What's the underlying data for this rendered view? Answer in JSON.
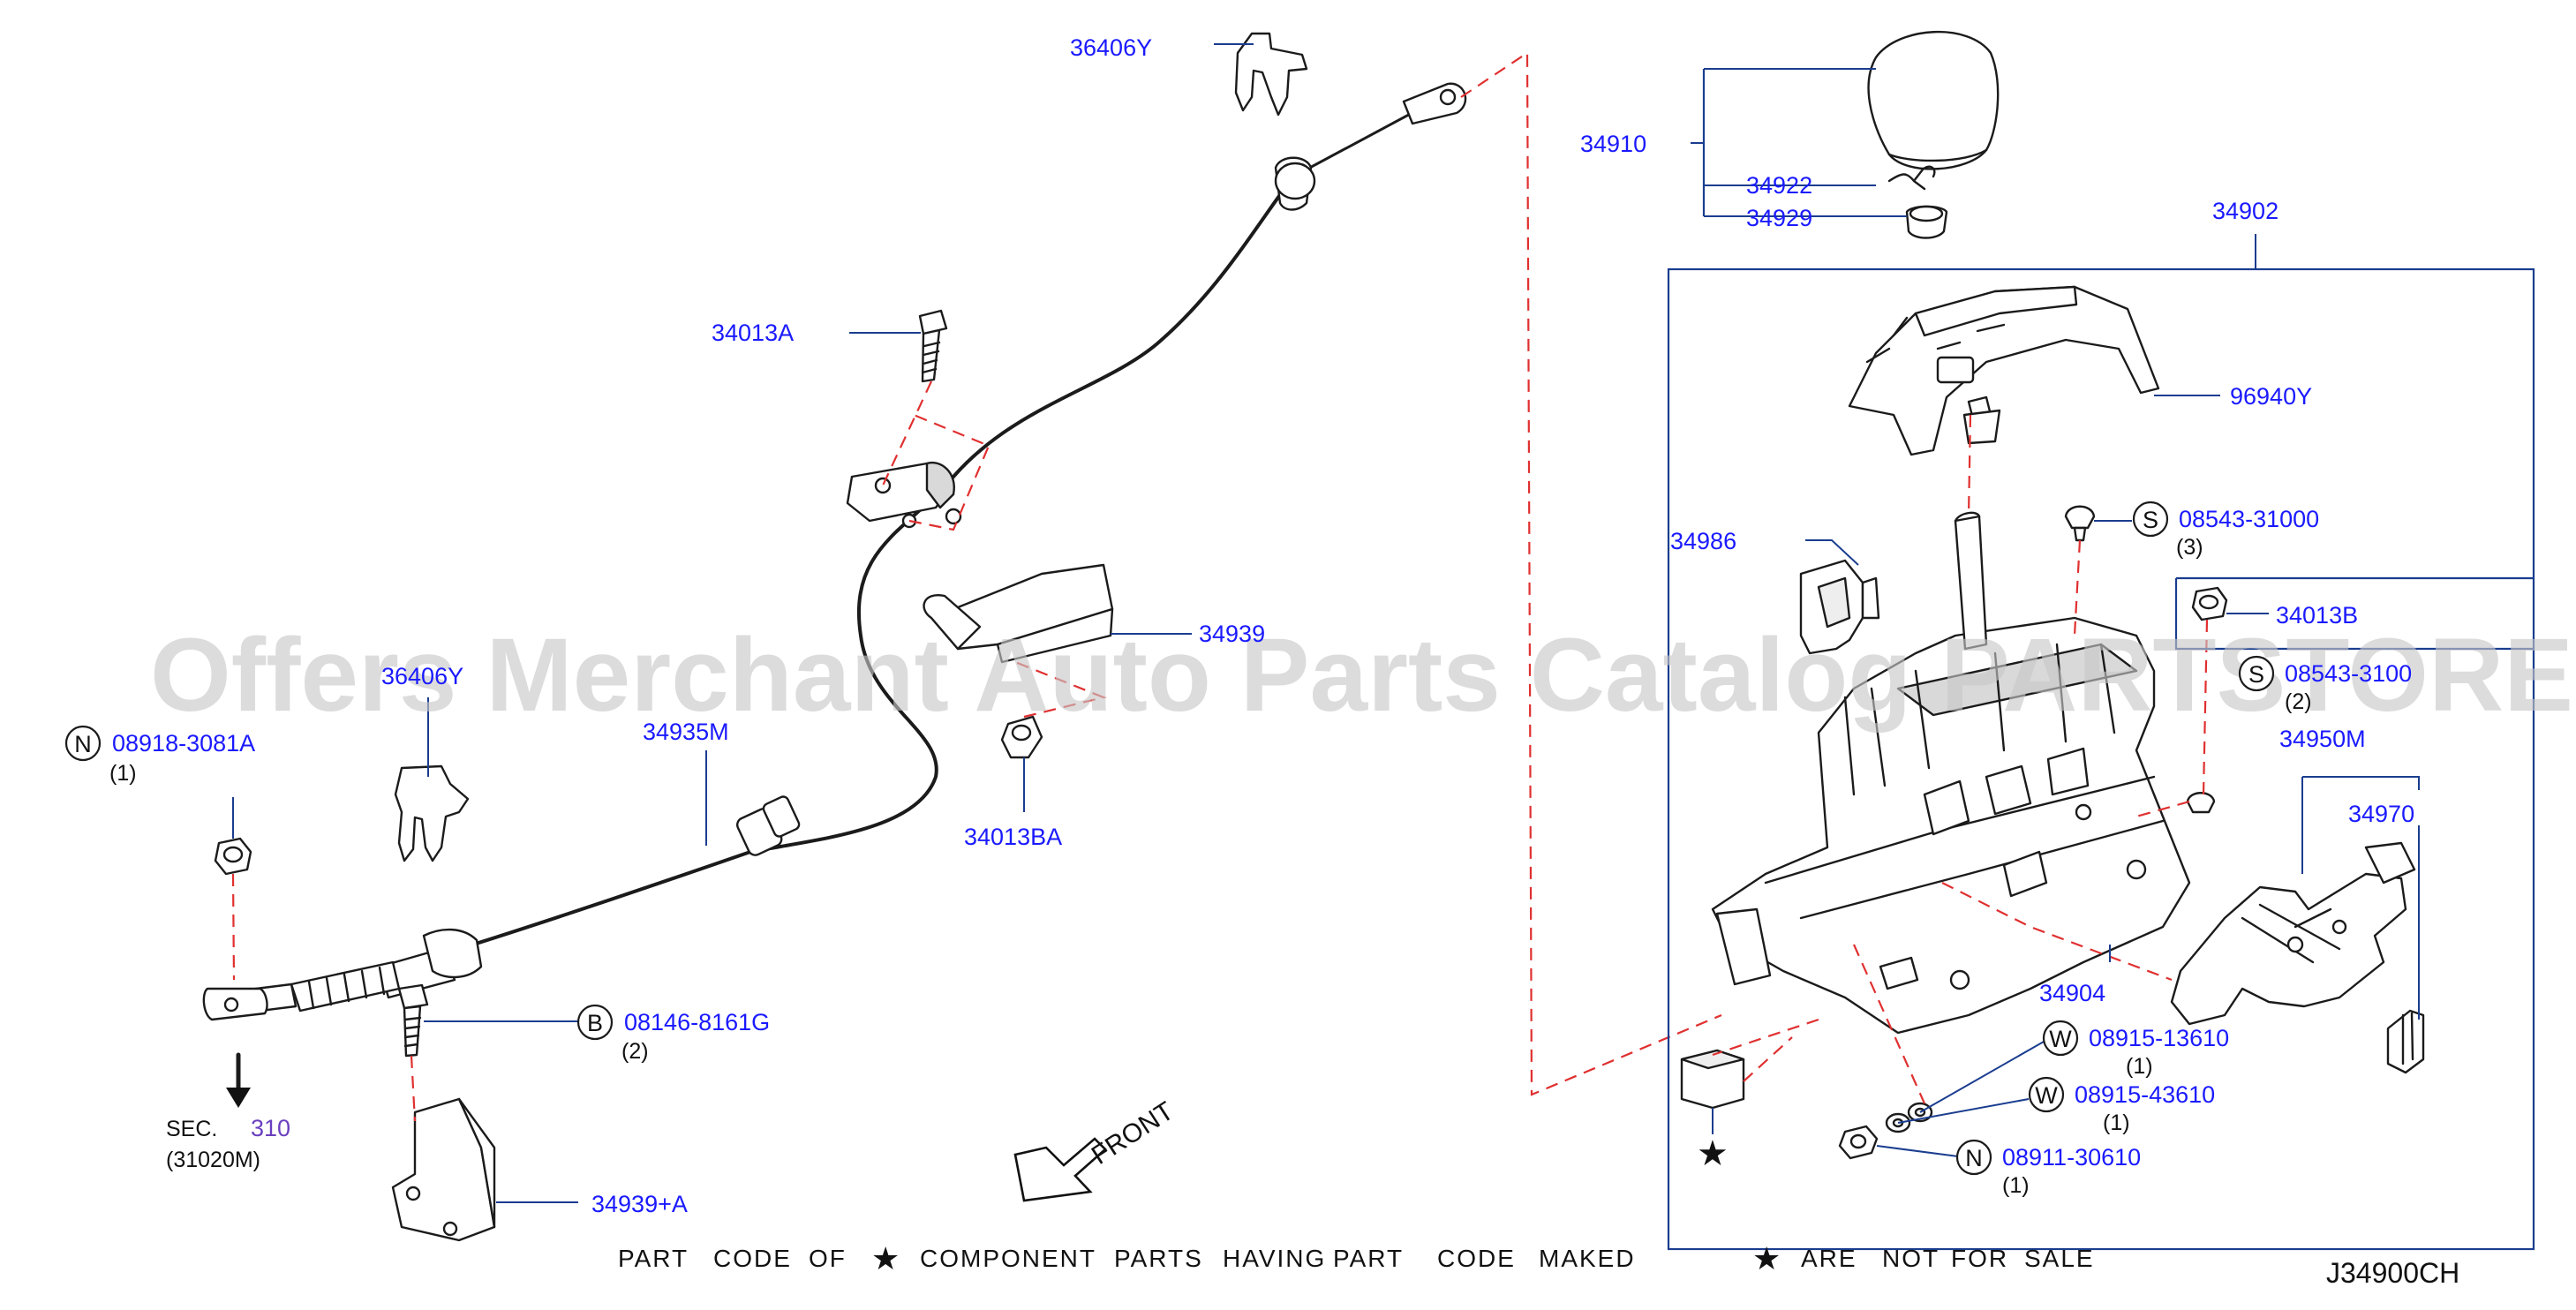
{
  "diagram_code": "J34900CH",
  "watermark": "Offers Merchant Auto Parts Catalog PARTSTORE.SA",
  "section_ref": {
    "prefix": "SEC.",
    "number": "310",
    "sub": "(31020M)"
  },
  "front_label": "FRONT",
  "footer": {
    "words_1": [
      "PART",
      "CODE",
      "OF"
    ],
    "words_2": [
      "COMPONENT",
      "PARTS",
      "HAVING",
      "PART",
      "CODE",
      "MAKED"
    ],
    "words_3": [
      "ARE",
      "NOT",
      "FOR",
      "SALE"
    ]
  },
  "parts": {
    "p36406Y_top": "36406Y",
    "p34013A": "34013A",
    "p34939": "34939",
    "p36406Y_mid": "36406Y",
    "p34935M": "34935M",
    "p34013BA": "34013BA",
    "p08918": "08918-3081A",
    "p08918_qty": "(1)",
    "p08918_sym": "N",
    "p08146": "08146-8161G",
    "p08146_qty": "(2)",
    "p08146_sym": "B",
    "p34939A": "34939+A",
    "p34910": "34910",
    "p34922": "34922",
    "p34929": "34929",
    "p34902": "34902",
    "p96940Y": "96940Y",
    "p08543_31000": "08543-31000",
    "p08543_31000_qty": "(3)",
    "p08543_31000_sym": "S",
    "p34986": "34986",
    "p34013B": "34013B",
    "p08543_3100x": "08543-3100",
    "p08543_3100x_qty": "(2)",
    "p08543_3100x_sym": "S",
    "p34950M": "34950M",
    "p34970": "34970",
    "p34904": "34904",
    "p08915_13610": "08915-13610",
    "p08915_13610_qty": "(1)",
    "p08915_13610_sym": "W",
    "p08915_43610": "08915-43610",
    "p08915_43610_qty": "(1)",
    "p08915_43610_sym": "W",
    "p08911": "08911-30610",
    "p08911_qty": "(1)",
    "p08911_sym": "N"
  },
  "colors": {
    "label": "#1a1aff",
    "leader": "#1a3d8f",
    "assembly_dash": "#e03030",
    "ink": "#1b1b1b"
  }
}
